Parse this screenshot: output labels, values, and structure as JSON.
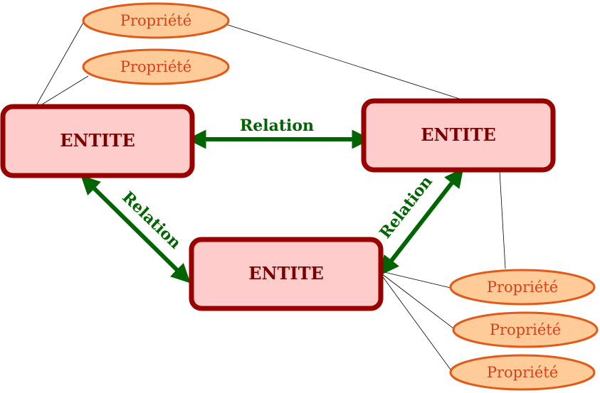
{
  "entities": [
    {
      "label": "ENTITE"
    },
    {
      "label": "ENTITE"
    },
    {
      "label": "ENTITE"
    }
  ],
  "properties": [
    {
      "label": "Propriété"
    },
    {
      "label": "Propriété"
    },
    {
      "label": "Propriété"
    },
    {
      "label": "Propriété"
    },
    {
      "label": "Propriété"
    }
  ],
  "relations": [
    {
      "label": "Relation"
    },
    {
      "label": "Relation"
    },
    {
      "label": "Relation"
    }
  ],
  "colors": {
    "entity_fill": "#ffcccc",
    "entity_stroke": "#990000",
    "property_fill": "#ffcc99",
    "property_stroke": "#e05a1a",
    "relation": "#006400"
  }
}
